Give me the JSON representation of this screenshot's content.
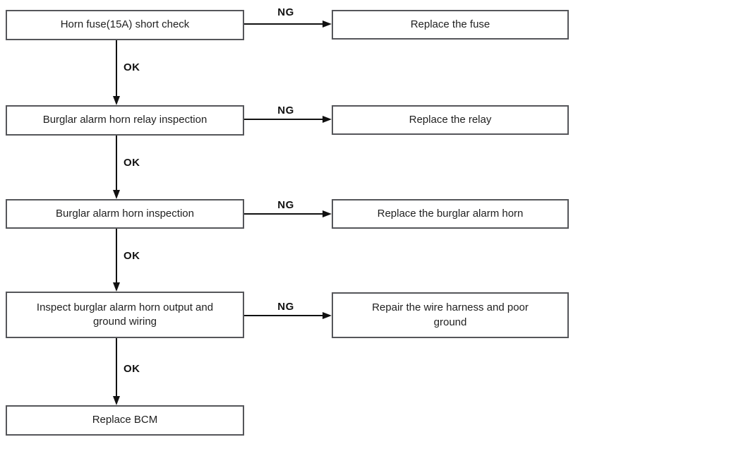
{
  "diagram": {
    "type": "flowchart",
    "steps": [
      {
        "check": "Horn fuse(15A) short check",
        "ng_action": "Replace the fuse"
      },
      {
        "check": "Burglar alarm horn relay inspection",
        "ng_action": "Replace the relay"
      },
      {
        "check": "Burglar alarm horn inspection",
        "ng_action": "Replace the burglar alarm horn"
      },
      {
        "check": "Inspect burglar alarm horn output and ground wiring",
        "ng_action": "Repair the wire harness and poor ground"
      }
    ],
    "final_action": "Replace BCM",
    "edge_labels": {
      "ok": "OK",
      "ng": "NG"
    }
  },
  "colors": {
    "background": "#ffffff",
    "box_border": "#55565a",
    "box_fill": "#ffffff",
    "text": "#1f1f1f",
    "connector": "#111111"
  }
}
